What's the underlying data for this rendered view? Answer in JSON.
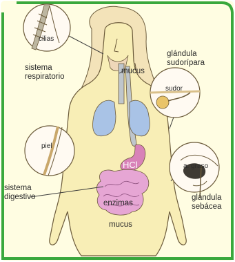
{
  "labels": {
    "cilias": "cilias",
    "sistema_respiratorio": [
      "sistema",
      "respiratorio"
    ],
    "mucus_top": "mucus",
    "glandula_sudoripara": [
      "glándula",
      "sudorípara"
    ],
    "sudor": "sudor",
    "piel": "piel",
    "hcl": "HCl",
    "a_graso": "a. graso",
    "sistema_digestivo": [
      "sistema",
      "digestivo"
    ],
    "enzimas": "enzimas",
    "glandula_sebacea": [
      "glándula",
      "sebácea"
    ],
    "mucus_bottom": "mucus"
  },
  "colors": {
    "page_background": "#ffffff",
    "panel_background": "#fffde2",
    "panel_border": "#3aa83d",
    "body_skin": "#f8eeb6",
    "body_outline": "#6b5a3a",
    "hair": "#f3e3b9",
    "lungs": "#a9c3e6",
    "stomach": "#d882b8",
    "intestine": "#e6a6d4",
    "trachea": "#bfc6cc",
    "gland": "#e9c46a"
  }
}
